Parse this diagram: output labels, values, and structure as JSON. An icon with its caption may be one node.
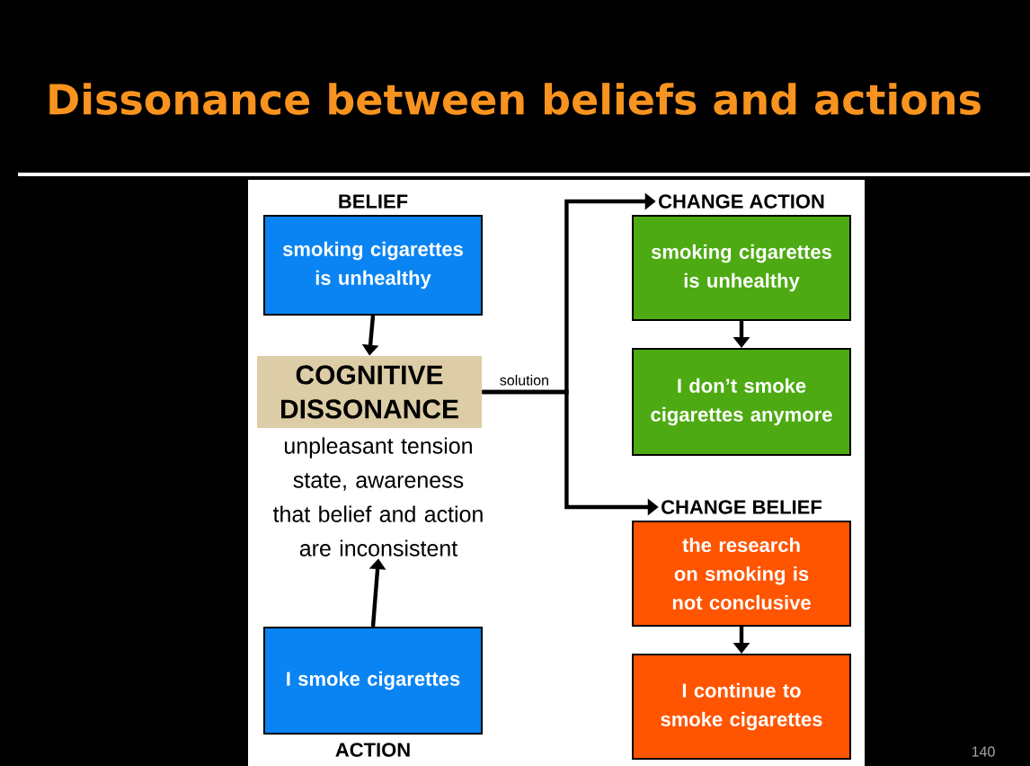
{
  "diagram": {
    "title": "Dissonance between beliefs and actions",
    "nodes": [
      {
        "text": [
          "BELIEF",
          "smoking cigarettes is unhealthy"
        ]
      },
      {
        "text": [
          "COGNITIVE DISSONANCE"
        ],
        "beside": [
          "unpleasant tension state, awareness that belief and action are inconsistent"
        ]
      },
      {
        "text": [
          "I smoke cigarettes",
          "ACTION"
        ]
      },
      {
        "text": [
          "CHANGE ACTION",
          "smoking cigarettes is unhealthy"
        ]
      },
      {
        "text": [
          "I don’t smoke cigarettes anymore"
        ]
      },
      {
        "text": [
          "CHANGE BELIEF",
          "the research on smoking is not conclusive"
        ]
      },
      {
        "text": [
          "I continue to smoke cigarettes"
        ]
      }
    ],
    "edges": [
      {
        "from": 0,
        "to": 1,
        "arrow": "to"
      },
      {
        "from": 2,
        "to": 1,
        "arrow": "to"
      },
      {
        "from": 1,
        "to": 3,
        "arrow": "to",
        "label": "solution"
      },
      {
        "from": 1,
        "to": 5,
        "arrow": "to"
      },
      {
        "from": 3,
        "to": 4,
        "arrow": "to"
      },
      {
        "from": 5,
        "to": 6,
        "arrow": "to"
      }
    ],
    "labels": [
      "140"
    ]
  }
}
